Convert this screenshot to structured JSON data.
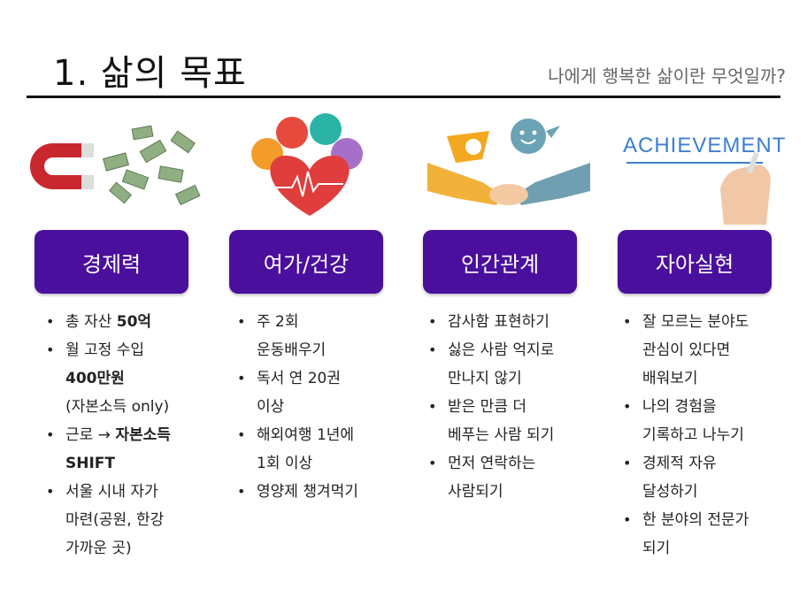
{
  "header": {
    "title": "1. 삶의 목표",
    "subtitle": "나에게 행복한 삶이란 무엇일까?"
  },
  "columns": [
    {
      "category": "경제력",
      "illustration": "magnet-money-image",
      "bullets": [
        {
          "parts": [
            {
              "t": "총 자산 "
            },
            {
              "t": "50억",
              "b": true
            }
          ]
        },
        {
          "parts": [
            {
              "t": "월 고정 수입"
            }
          ]
        },
        {
          "cont": true,
          "parts": [
            {
              "t": "400만원",
              "b": true
            }
          ]
        },
        {
          "cont": true,
          "parts": [
            {
              "t": "(자본소득 only)"
            }
          ]
        },
        {
          "parts": [
            {
              "t": "근로 → "
            },
            {
              "t": "자본소득",
              "b": true
            }
          ]
        },
        {
          "cont": true,
          "parts": [
            {
              "t": "SHIFT",
              "b": true
            }
          ]
        },
        {
          "parts": [
            {
              "t": "서울 시내 자가"
            }
          ]
        },
        {
          "cont": true,
          "parts": [
            {
              "t": "마련(공원, 한강"
            }
          ]
        },
        {
          "cont": true,
          "parts": [
            {
              "t": "가까운 곳)"
            }
          ]
        }
      ]
    },
    {
      "category": "여가/건강",
      "illustration": "heart-health-image",
      "bullets": [
        {
          "parts": [
            {
              "t": "주 2회"
            }
          ]
        },
        {
          "cont": true,
          "parts": [
            {
              "t": "운동배우기"
            }
          ]
        },
        {
          "parts": [
            {
              "t": "독서 연 20권"
            }
          ]
        },
        {
          "cont": true,
          "parts": [
            {
              "t": "이상"
            }
          ]
        },
        {
          "parts": [
            {
              "t": "해외여행 1년에"
            }
          ]
        },
        {
          "cont": true,
          "parts": [
            {
              "t": "1회 이상"
            }
          ]
        },
        {
          "parts": [
            {
              "t": "영양제 챙겨먹기"
            }
          ]
        }
      ]
    },
    {
      "category": "인간관계",
      "illustration": "handshake-image",
      "bullets": [
        {
          "parts": [
            {
              "t": "감사함 표현하기"
            }
          ]
        },
        {
          "parts": [
            {
              "t": "싫은 사람 억지로"
            }
          ]
        },
        {
          "cont": true,
          "parts": [
            {
              "t": "만나지 않기"
            }
          ]
        },
        {
          "parts": [
            {
              "t": "받은 만큼 더"
            }
          ]
        },
        {
          "cont": true,
          "parts": [
            {
              "t": "베푸는 사람 되기"
            }
          ]
        },
        {
          "parts": [
            {
              "t": "먼저 연락하는"
            }
          ]
        },
        {
          "cont": true,
          "parts": [
            {
              "t": "사람되기"
            }
          ]
        }
      ]
    },
    {
      "category": "자아실현",
      "illustration": "achievement-image",
      "illustration_text": "ACHIEVEMENT",
      "bullets": [
        {
          "parts": [
            {
              "t": "잘 모르는 분야도"
            }
          ]
        },
        {
          "cont": true,
          "parts": [
            {
              "t": "관심이 있다면"
            }
          ]
        },
        {
          "cont": true,
          "parts": [
            {
              "t": "배워보기"
            }
          ]
        },
        {
          "parts": [
            {
              "t": "나의 경험을"
            }
          ]
        },
        {
          "cont": true,
          "parts": [
            {
              "t": "기록하고 나누기"
            }
          ]
        },
        {
          "parts": [
            {
              "t": "경제적 자유"
            }
          ]
        },
        {
          "cont": true,
          "parts": [
            {
              "t": "달성하기"
            }
          ]
        },
        {
          "parts": [
            {
              "t": "한 분야의 전문가"
            }
          ]
        },
        {
          "cont": true,
          "parts": [
            {
              "t": "되기"
            }
          ]
        }
      ]
    }
  ],
  "colors": {
    "category_bg": "#4a0f9c",
    "rule": "#111111"
  }
}
